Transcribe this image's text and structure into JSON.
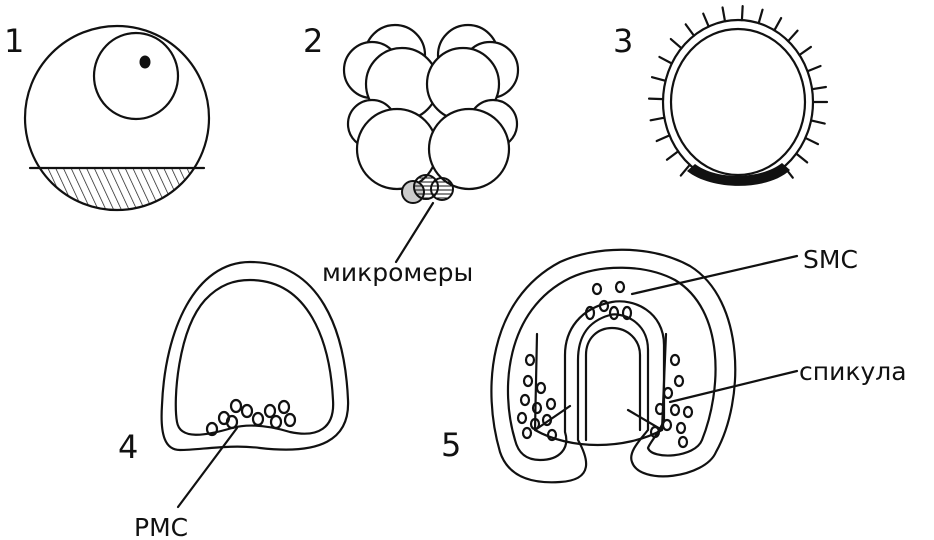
{
  "stages": [
    {
      "number": "1"
    },
    {
      "number": "2"
    },
    {
      "number": "3"
    },
    {
      "number": "4"
    },
    {
      "number": "5"
    }
  ],
  "labels": {
    "micromeres": "микромеры",
    "smc": "SMC",
    "spicule": "спикула",
    "pmc": "PMC"
  }
}
